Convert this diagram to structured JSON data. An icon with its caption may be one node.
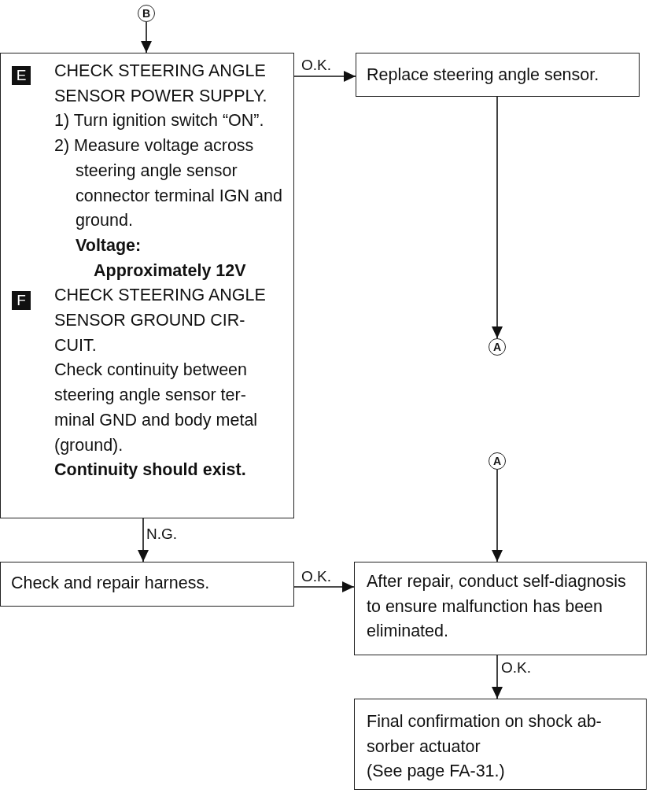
{
  "diagram": {
    "nodes": [
      {
        "text": [
          "B"
        ]
      },
      {
        "text": [
          "E",
          "CHECK STEERING ANGLE SENSOR POWER SUPPLY.",
          "1) Turn ignition switch “ON”.",
          "2) Measure voltage across steering angle sensor connector terminal IGN and ground.",
          "Voltage:",
          "Approximately 12V",
          "F",
          "CHECK STEERING ANGLE SENSOR GROUND CIR-CUIT.",
          "Check continuity between steering angle sensor ter-minal GND and body metal (ground).",
          "Continuity should exist."
        ]
      },
      {
        "text": [
          "Replace steering angle sensor."
        ]
      },
      {
        "text": [
          "A"
        ]
      },
      {
        "text": [
          "A"
        ]
      },
      {
        "text": [
          "Check and repair harness."
        ]
      },
      {
        "text": [
          "After repair, conduct self-diagnosis to ensure malfunction has been eliminated."
        ]
      },
      {
        "text": [
          "Final confirmation on shock ab-sorber actuator",
          "(See page FA-31.)"
        ]
      }
    ],
    "edges": [
      {
        "from": 0,
        "to": 1,
        "arrow": "to"
      },
      {
        "from": 1,
        "to": 2,
        "arrow": "to",
        "label": "O.K."
      },
      {
        "from": 2,
        "to": 3,
        "arrow": "to"
      },
      {
        "from": 4,
        "to": 6,
        "arrow": "to"
      },
      {
        "from": 1,
        "to": 5,
        "arrow": "to",
        "label": "N.G."
      },
      {
        "from": 5,
        "to": 6,
        "arrow": "to",
        "label": "O.K."
      },
      {
        "from": 6,
        "to": 7,
        "arrow": "to",
        "label": "O.K."
      }
    ]
  }
}
